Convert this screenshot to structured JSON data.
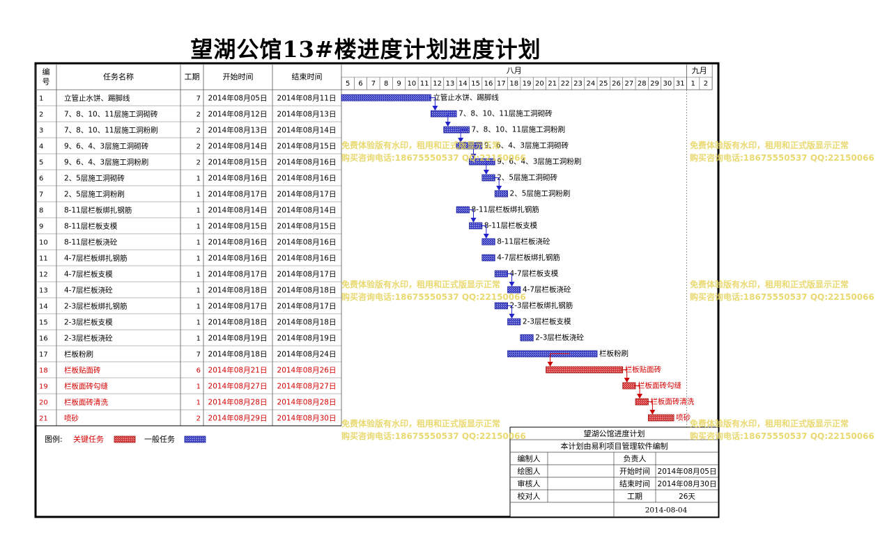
{
  "title": "望湖公馆13#楼进度计划进度计划",
  "headers": {
    "no": "编号",
    "name": "任务名称",
    "days": "工期",
    "start": "开始时间",
    "end": "结束时间",
    "month1": "八月",
    "month2": "九月"
  },
  "timeline_days": [
    "5",
    "6",
    "7",
    "8",
    "9",
    "10",
    "11",
    "12",
    "13",
    "14",
    "15",
    "16",
    "17",
    "18",
    "19",
    "20",
    "21",
    "22",
    "23",
    "24",
    "25",
    "26",
    "27",
    "28",
    "29",
    "30",
    "31",
    "1",
    "2"
  ],
  "colors": {
    "normal_bar": "#3a3fc4",
    "critical_bar": "#d43838",
    "critical_text": "#d40000",
    "arrow_normal": "#2222cc",
    "arrow_critical": "#cc0000"
  },
  "legend": {
    "label": "图例:",
    "critical": "关键任务",
    "normal": "一般任务"
  },
  "info_box": {
    "title": "望湖公馆进度计划",
    "subtitle": "本计划由易利项目管理软件编制",
    "rows": [
      {
        "k1": "编制人",
        "v1": "",
        "k2": "负责人",
        "v2": ""
      },
      {
        "k1": "绘图人",
        "v1": "",
        "k2": "开始时间",
        "v2": "2014年08月05日"
      },
      {
        "k1": "审核人",
        "v1": "",
        "k2": "结束时间",
        "v2": "2014年08月30日"
      },
      {
        "k1": "校对人",
        "v1": "",
        "k2": "工期",
        "v2": "26天"
      }
    ],
    "date": "2014-08-04"
  },
  "watermark": {
    "line1": "免费体验版有水印，租用和正式版显示正常",
    "line2": "购买咨询电话:18675550537 QQ:22150066"
  },
  "chart_data": {
    "type": "gantt",
    "title": "望湖公馆13#楼进度计划进度计划",
    "x_range": [
      "2014-08-05",
      "2014-09-02"
    ],
    "tasks": [
      {
        "no": "1",
        "name": "立管止水饼、踢脚线",
        "days": 7,
        "start": "2014年08月05日",
        "end": "2014年08月11日",
        "s": 5,
        "e": 11,
        "critical": false
      },
      {
        "no": "2",
        "name": "7、8、10、11层施工洞砌砖",
        "days": 2,
        "start": "2014年08月12日",
        "end": "2014年08月13日",
        "s": 12,
        "e": 13,
        "critical": false
      },
      {
        "no": "3",
        "name": "7、8、10、11层施工洞粉刷",
        "days": 2,
        "start": "2014年08月13日",
        "end": "2014年08月14日",
        "s": 13,
        "e": 14,
        "critical": false
      },
      {
        "no": "4",
        "name": "9、6、4、3层施工洞砌砖",
        "days": 2,
        "start": "2014年08月14日",
        "end": "2014年08月15日",
        "s": 14,
        "e": 15,
        "critical": false
      },
      {
        "no": "5",
        "name": "9、6、4、3层施工洞粉刷",
        "days": 2,
        "start": "2014年08月15日",
        "end": "2014年08月16日",
        "s": 15,
        "e": 16,
        "critical": false
      },
      {
        "no": "6",
        "name": "2、5层施工洞砌砖",
        "days": 1,
        "start": "2014年08月16日",
        "end": "2014年08月16日",
        "s": 16,
        "e": 16,
        "critical": false
      },
      {
        "no": "7",
        "name": "2、5层施工洞粉刷",
        "days": 1,
        "start": "2014年08月17日",
        "end": "2014年08月17日",
        "s": 17,
        "e": 17,
        "critical": false
      },
      {
        "no": "8",
        "name": "8-11层栏板绑扎钢筋",
        "days": 1,
        "start": "2014年08月14日",
        "end": "2014年08月14日",
        "s": 14,
        "e": 14,
        "critical": false
      },
      {
        "no": "9",
        "name": "8-11层栏板支模",
        "days": 1,
        "start": "2014年08月15日",
        "end": "2014年08月15日",
        "s": 15,
        "e": 15,
        "critical": false
      },
      {
        "no": "10",
        "name": "8-11层栏板浇砼",
        "days": 1,
        "start": "2014年08月16日",
        "end": "2014年08月16日",
        "s": 16,
        "e": 16,
        "critical": false
      },
      {
        "no": "11",
        "name": "4-7层栏板绑扎钢筋",
        "days": 1,
        "start": "2014年08月16日",
        "end": "2014年08月16日",
        "s": 16,
        "e": 16,
        "critical": false
      },
      {
        "no": "12",
        "name": "4-7层栏板支模",
        "days": 1,
        "start": "2014年08月17日",
        "end": "2014年08月17日",
        "s": 17,
        "e": 17,
        "critical": false
      },
      {
        "no": "13",
        "name": "4-7层栏板浇砼",
        "days": 1,
        "start": "2014年08月18日",
        "end": "2014年08月18日",
        "s": 18,
        "e": 18,
        "critical": false
      },
      {
        "no": "14",
        "name": "2-3层栏板绑扎钢筋",
        "days": 1,
        "start": "2014年08月17日",
        "end": "2014年08月17日",
        "s": 17,
        "e": 17,
        "critical": false
      },
      {
        "no": "15",
        "name": "2-3层栏板支模",
        "days": 1,
        "start": "2014年08月18日",
        "end": "2014年08月18日",
        "s": 18,
        "e": 18,
        "critical": false
      },
      {
        "no": "16",
        "name": "2-3层栏板浇砼",
        "days": 1,
        "start": "2014年08月19日",
        "end": "2014年08月19日",
        "s": 19,
        "e": 19,
        "critical": false
      },
      {
        "no": "17",
        "name": "栏板粉刷",
        "days": 7,
        "start": "2014年08月18日",
        "end": "2014年08月24日",
        "s": 18,
        "e": 24,
        "critical": false
      },
      {
        "no": "18",
        "name": "栏板贴面砖",
        "days": 6,
        "start": "2014年08月21日",
        "end": "2014年08月26日",
        "s": 21,
        "e": 26,
        "critical": true
      },
      {
        "no": "19",
        "name": "栏板面砖勾缝",
        "days": 1,
        "start": "2014年08月27日",
        "end": "2014年08月27日",
        "s": 27,
        "e": 27,
        "critical": true
      },
      {
        "no": "20",
        "name": "栏板面砖清洗",
        "days": 1,
        "start": "2014年08月28日",
        "end": "2014年08月28日",
        "s": 28,
        "e": 28,
        "critical": true
      },
      {
        "no": "21",
        "name": "喷砂",
        "days": 2,
        "start": "2014年08月29日",
        "end": "2014年08月30日",
        "s": 29,
        "e": 30,
        "critical": true
      }
    ],
    "links": [
      [
        1,
        2
      ],
      [
        2,
        3
      ],
      [
        3,
        4
      ],
      [
        4,
        5
      ],
      [
        5,
        6
      ],
      [
        6,
        7
      ],
      [
        8,
        9
      ],
      [
        9,
        10
      ],
      [
        12,
        13
      ],
      [
        14,
        15
      ],
      [
        17,
        18
      ],
      [
        18,
        19
      ],
      [
        19,
        20
      ],
      [
        20,
        21
      ]
    ]
  }
}
